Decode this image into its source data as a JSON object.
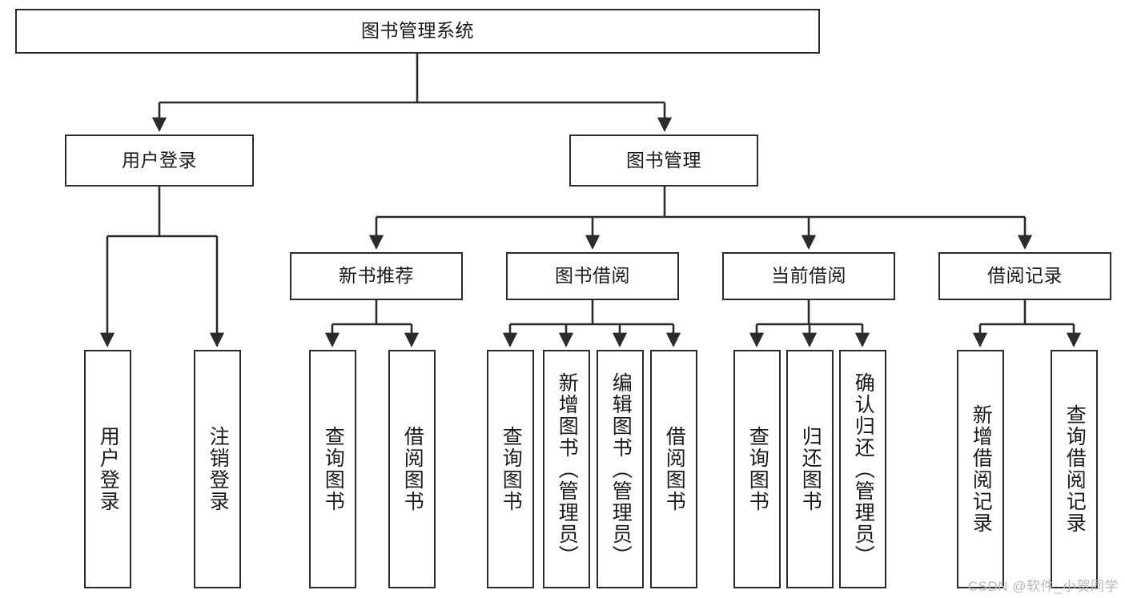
{
  "diagram": {
    "title": "图书管理系统",
    "type": "tree-hierarchy-chart",
    "root": {
      "label": "图书管理系统"
    },
    "level2": [
      {
        "label": "用户登录"
      },
      {
        "label": "图书管理"
      }
    ],
    "level3": [
      {
        "label": "新书推荐"
      },
      {
        "label": "图书借阅"
      },
      {
        "label": "当前借阅"
      },
      {
        "label": "借阅记录"
      }
    ],
    "leaves": {
      "user_login": [
        {
          "label": "用户登录"
        },
        {
          "label": "注销登录"
        }
      ],
      "new_book_recommend": [
        {
          "label": "查询图书"
        },
        {
          "label": "借阅图书"
        }
      ],
      "book_borrow": [
        {
          "label": "查询图书"
        },
        {
          "label": "新增图书（管理员）"
        },
        {
          "label": "编辑图书（管理员）"
        },
        {
          "label": "借阅图书"
        }
      ],
      "current_borrow": [
        {
          "label": "查询图书"
        },
        {
          "label": "归还图书"
        },
        {
          "label": "确认归还（管理员）"
        }
      ],
      "borrow_records": [
        {
          "label": "新增借阅记录"
        },
        {
          "label": "查询借阅记录"
        }
      ]
    }
  },
  "watermark": {
    "text": "CSDN @软件_小贺同学"
  },
  "colors": {
    "stroke": "#2b2b2b",
    "background": "#ffffff",
    "text": "#1a1a1a",
    "watermark": "#b9b9b9"
  }
}
